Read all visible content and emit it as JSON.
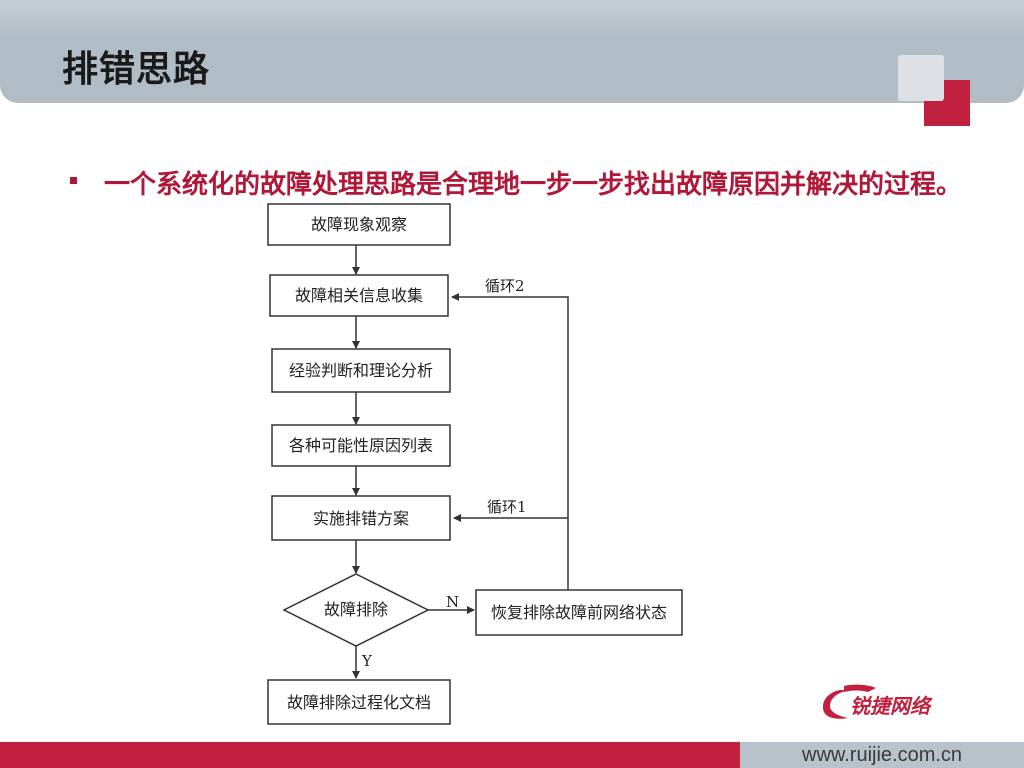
{
  "slide": {
    "title": "排错思路",
    "bullet": "一个系统化的故障处理思路是合理地一步一步找出故障原因并解决的过程。",
    "url": "www.ruijie.com.cn",
    "logo_text": "锐捷网络"
  },
  "flowchart": {
    "steps": {
      "observe": "故障现象观察",
      "collect": "故障相关信息收集",
      "analyze": "经验判断和理论分析",
      "list": "各种可能性原因列表",
      "implement": "实施排错方案",
      "decision": "故障排除",
      "restore": "恢复排除故障前网络状态",
      "document": "故障排除过程化文档"
    },
    "labels": {
      "loop1": "循环1",
      "loop2": "循环2",
      "no": "N",
      "yes": "Y"
    }
  },
  "colors": {
    "accent": "#b0183a",
    "title_bar": "#b0bcc6",
    "brand_red": "#c0213f"
  }
}
